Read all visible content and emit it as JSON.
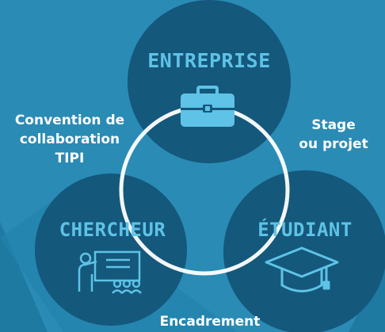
{
  "colors": {
    "background": "#2a8bb5",
    "background_dark": "#1f7aa2",
    "circle": "#14587c",
    "circle_title": "#5ec3e6",
    "ring": "#ffffff",
    "label": "#ffffff"
  },
  "nodes": {
    "entreprise": {
      "title": "ENTREPRISE",
      "icon": "briefcase-icon"
    },
    "chercheur": {
      "title": "CHERCHEUR",
      "icon": "teacher-audience-icon"
    },
    "etudiant": {
      "title": "ÉTUDIANT",
      "icon": "graduation-cap-icon"
    }
  },
  "relations": {
    "convention": [
      "Convention de",
      "collaboration",
      "TIPI"
    ],
    "stage": [
      "Stage",
      "ou projet"
    ],
    "encadrement": "Encadrement"
  }
}
